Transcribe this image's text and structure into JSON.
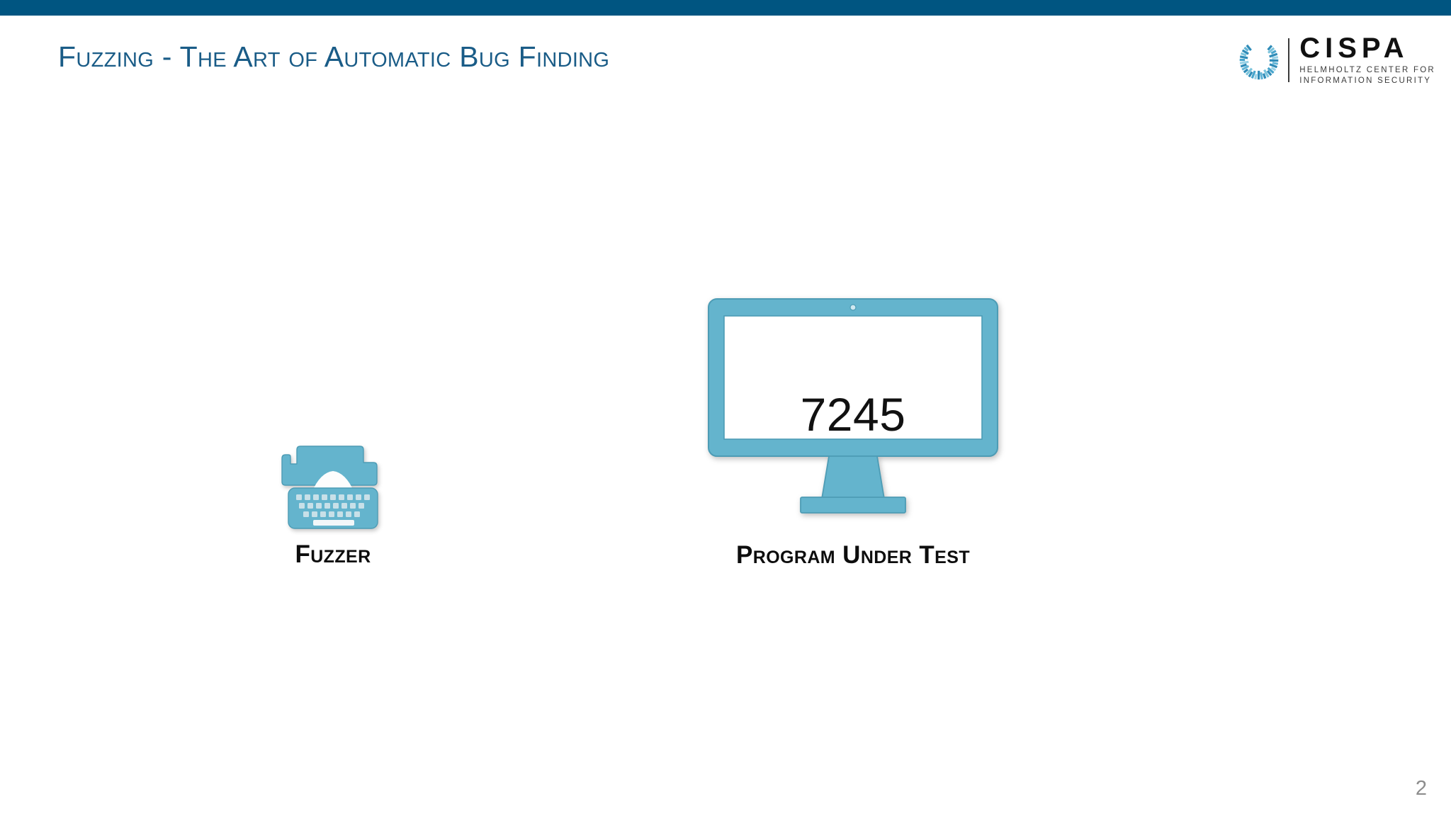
{
  "slide": {
    "title": "Fuzzing - The Art of Automatic Bug Finding",
    "page_number": "2",
    "accent_bar_color": "#005581",
    "title_color": "#1a5c87",
    "icon_color": "#64b4cd",
    "background_color": "#ffffff"
  },
  "logo": {
    "wordmark": "CISPA",
    "subtitle_line1": "HELMHOLTZ CENTER FOR",
    "subtitle_line2": "INFORMATION SECURITY",
    "mark_color": "#3aa0c8"
  },
  "diagram": {
    "fuzzer": {
      "caption": "Fuzzer",
      "icon": "typewriter-icon"
    },
    "program_under_test": {
      "caption": "Program Under Test",
      "icon": "monitor-icon",
      "screen_value": "7245"
    }
  }
}
